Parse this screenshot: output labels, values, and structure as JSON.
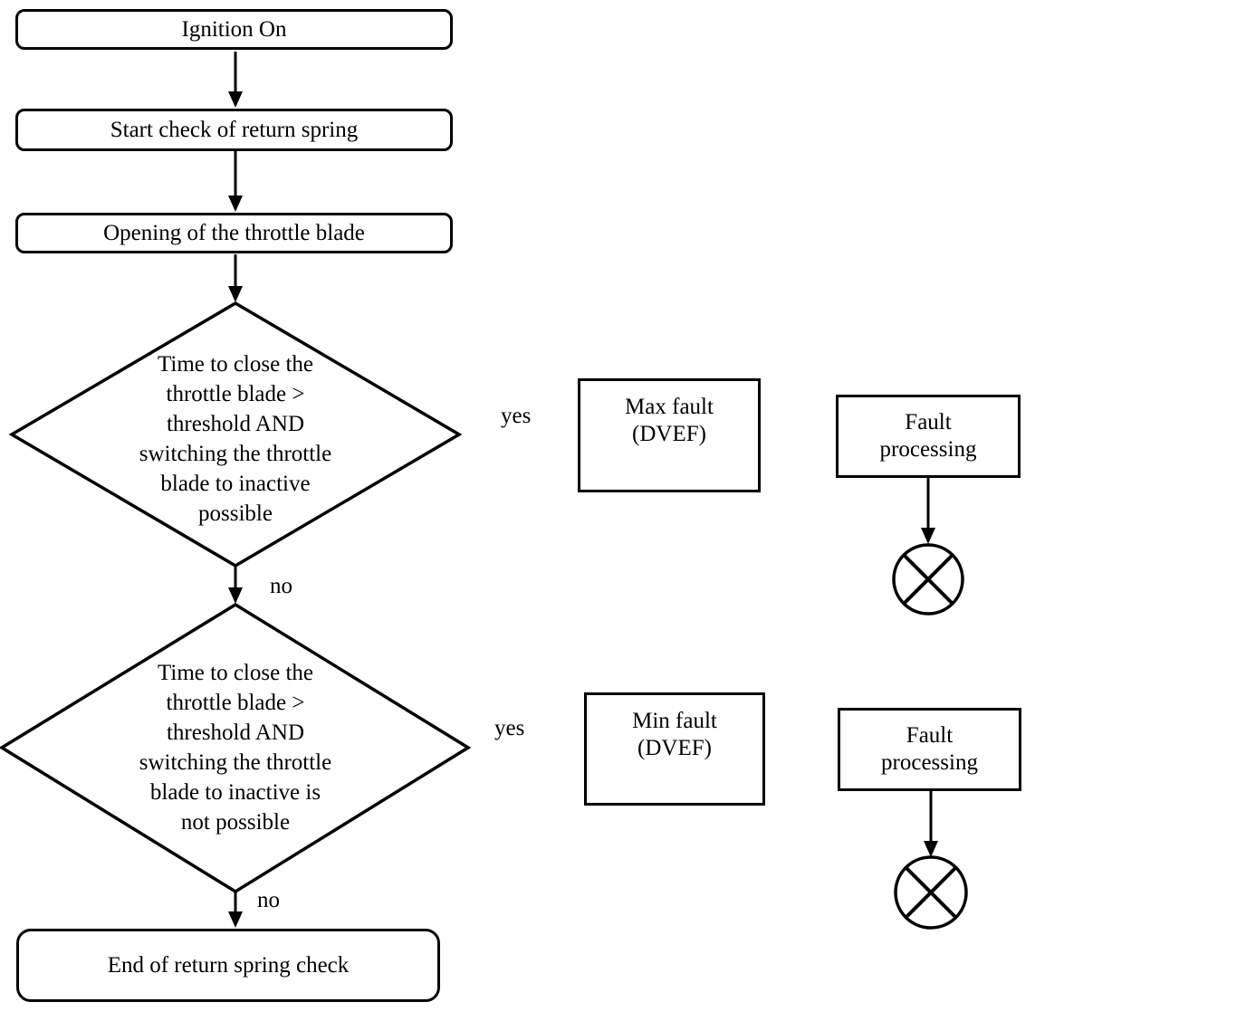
{
  "flowchart": {
    "nodes": {
      "ignition_on": {
        "label": "Ignition On"
      },
      "start_check": {
        "label": "Start check of return spring"
      },
      "opening_blade": {
        "label": "Opening of the throttle blade"
      },
      "decision_1": {
        "lines": [
          "Time to close the",
          "throttle blade >",
          "threshold AND",
          "switching the throttle",
          "blade to inactive",
          "possible"
        ]
      },
      "decision_2": {
        "lines": [
          "Time to close the",
          "throttle blade >",
          "threshold AND",
          "switching the throttle",
          "blade to inactive is",
          "not possible"
        ]
      },
      "max_fault": {
        "lines": [
          "Max fault",
          "(DVEF)"
        ]
      },
      "fault_processing_1": {
        "lines": [
          "Fault",
          "processing"
        ]
      },
      "min_fault": {
        "lines": [
          "Min fault",
          "(DVEF)"
        ]
      },
      "fault_processing_2": {
        "lines": [
          "Fault",
          "processing"
        ]
      },
      "end_check": {
        "label": "End of return spring check"
      }
    },
    "edge_labels": {
      "yes_1": "yes",
      "no_1": "no",
      "yes_2": "yes",
      "no_2": "no"
    },
    "symbols": {
      "terminator_1": "circle-x",
      "terminator_2": "circle-x"
    },
    "colors": {
      "line": "#000000",
      "background": "#ffffff",
      "text": "#000000"
    }
  }
}
